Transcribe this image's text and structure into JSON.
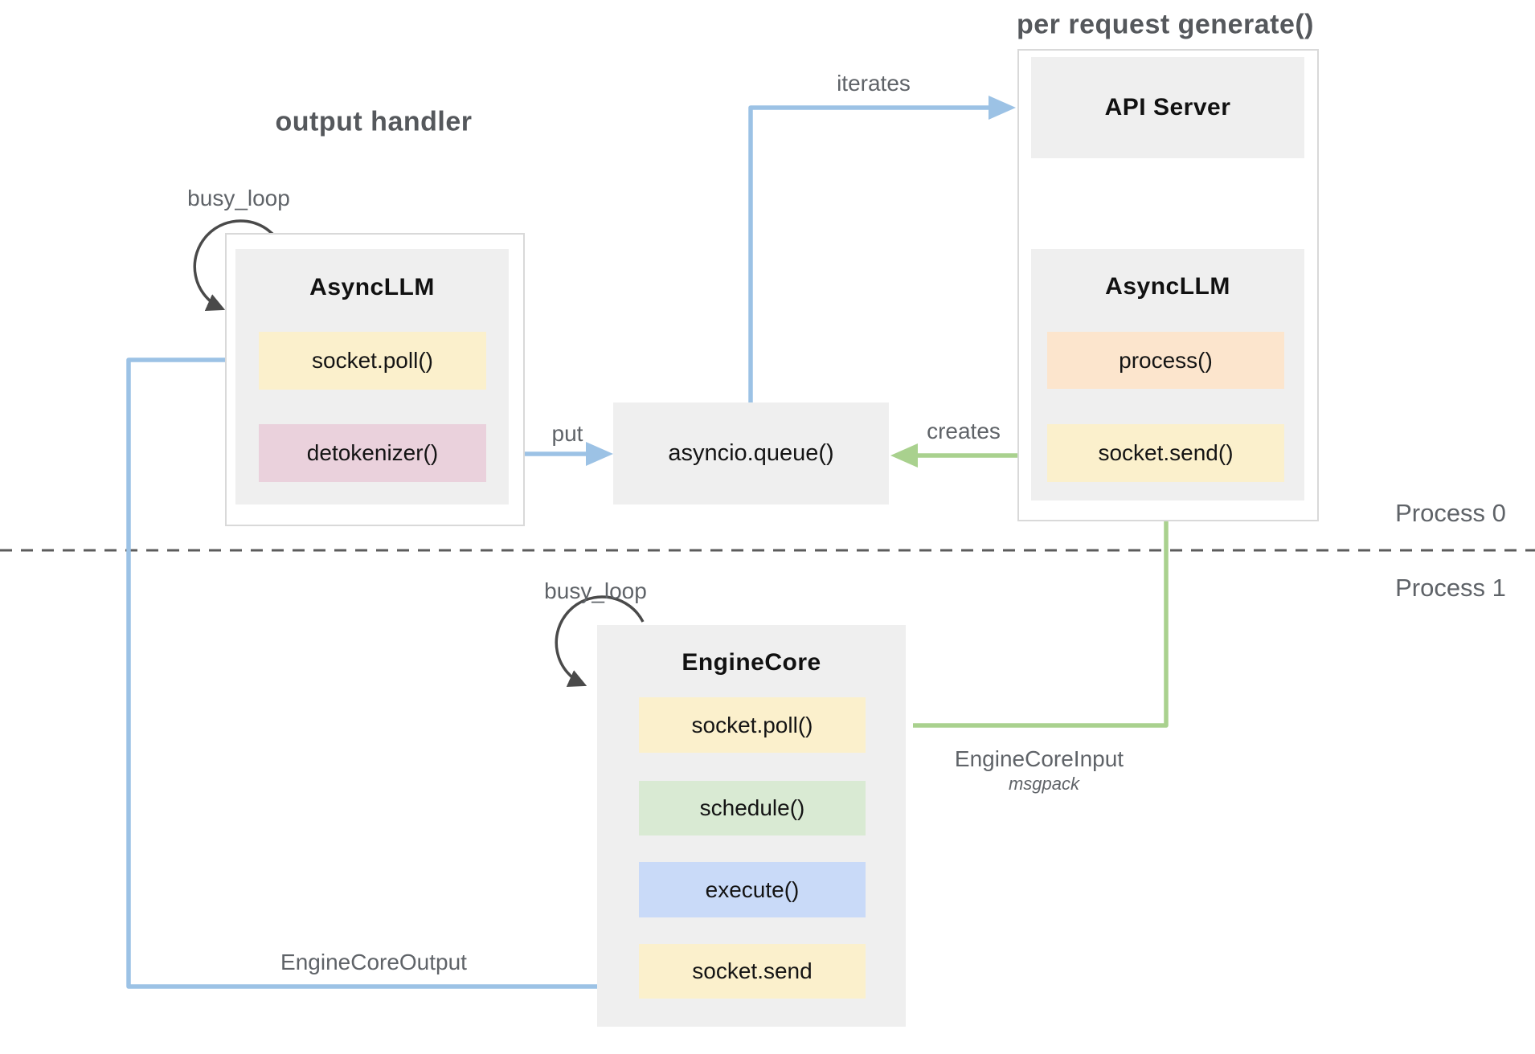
{
  "colors": {
    "box_gray": "#efefef",
    "container_border": "#d9d9d9",
    "yellow": "#fbf0cc",
    "peach": "#fce5cd",
    "pink": "#ead1dc",
    "green_box": "#d9ead3",
    "blue_box": "#c9daf8",
    "arrow_blue": "#9cc2e5",
    "arrow_green": "#a9d18e",
    "loop_arrow_dark": "#4a4a4a",
    "label_gray": "#5f6368"
  },
  "sections": {
    "output_handler": {
      "title": "output handler",
      "busy_loop_label": "busy_loop",
      "box_title": "AsyncLLM",
      "methods": {
        "socket_poll": "socket.poll()",
        "detokenizer": "detokenizer()"
      }
    },
    "per_request": {
      "title": "per request generate()",
      "api_server": "API Server",
      "box_title": "AsyncLLM",
      "methods": {
        "process": "process()",
        "socket_send": "socket.send()"
      }
    },
    "queue": {
      "label": "asyncio.queue()"
    },
    "engine_core": {
      "busy_loop_label": "busy_loop",
      "box_title": "EngineCore",
      "methods": {
        "socket_poll": "socket.poll()",
        "schedule": "schedule()",
        "execute": "execute()",
        "socket_send": "socket.send"
      }
    }
  },
  "edge_labels": {
    "iterates": "iterates",
    "put": "put",
    "creates": "creates",
    "engine_core_input": "EngineCoreInput",
    "msgpack": "msgpack",
    "engine_core_output": "EngineCoreOutput"
  },
  "process_labels": {
    "process0": "Process 0",
    "process1": "Process 1"
  }
}
